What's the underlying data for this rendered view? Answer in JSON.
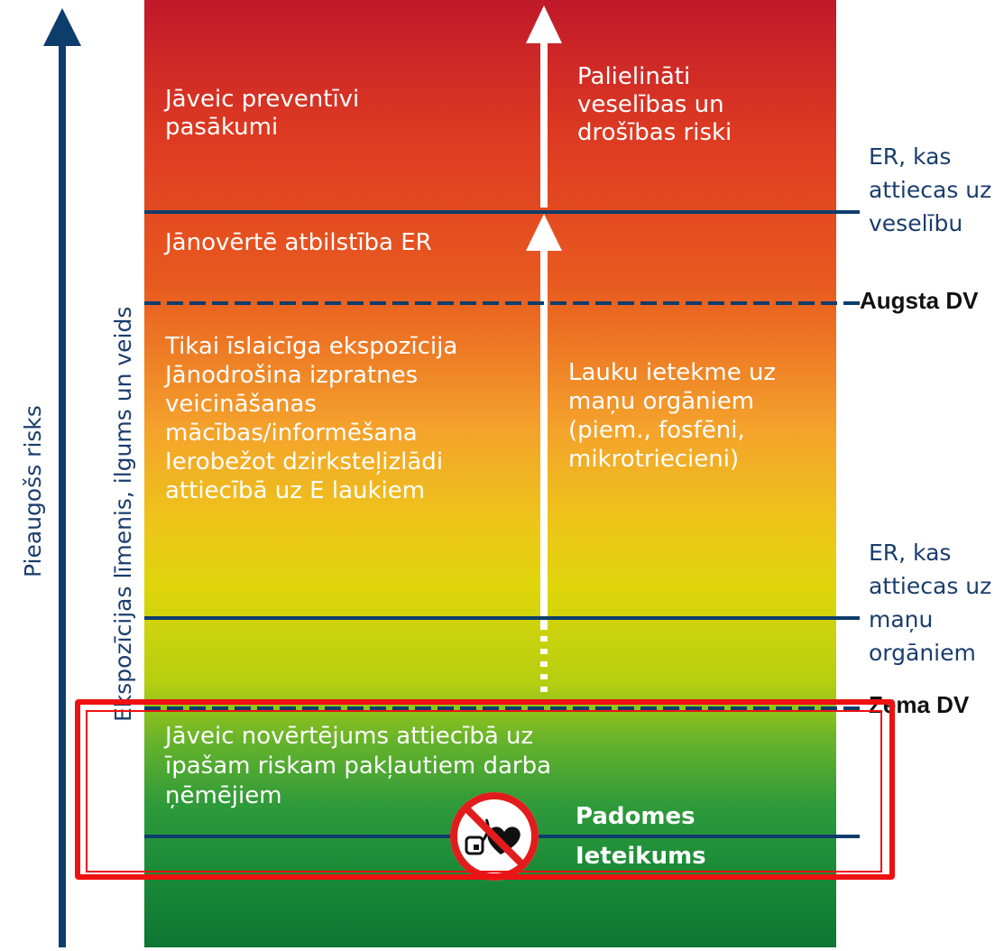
{
  "axes": {
    "left_axis_label": "Pieaugošs risks",
    "inner_axis_label": "Ekspozīcijas līmenis, ilgums un veids"
  },
  "zones": {
    "top_left": "Jāveic preventīvi pasākumi",
    "top_right": "Palielināti veselības un drošības riski",
    "mid_upper_left": "Jānovērtē atbilstība ER",
    "mid_left": "Tikai īslaicīga ekspozīcija Jānodrošina izpratnes veicināšanas mācības/informēšana Ierobežot dzirksteļizlādi attiecībā uz E laukiem",
    "mid_right": "Lauku ietekme uz maņu orgāniem (piem., fosfēni, mikrotriecieni)",
    "bottom_left": "Jāveic novērtējums attiecībā uz īpašam riskam pakļautiem darba ņēmējiem",
    "bottom_right": "Padomes Ieteikums"
  },
  "right_labels": {
    "er_health": "ER, kas attiecas uz veselību",
    "high_al": "Augsta DV",
    "er_sensory": "ER, kas attiecas uz maņu orgāniem",
    "low_al": "Zema DV"
  },
  "icons": {
    "no_pacemaker": "no-pacemaker-icon"
  },
  "colors": {
    "axis_blue": "#0d3d6b",
    "highlight_red": "#ee1111"
  }
}
